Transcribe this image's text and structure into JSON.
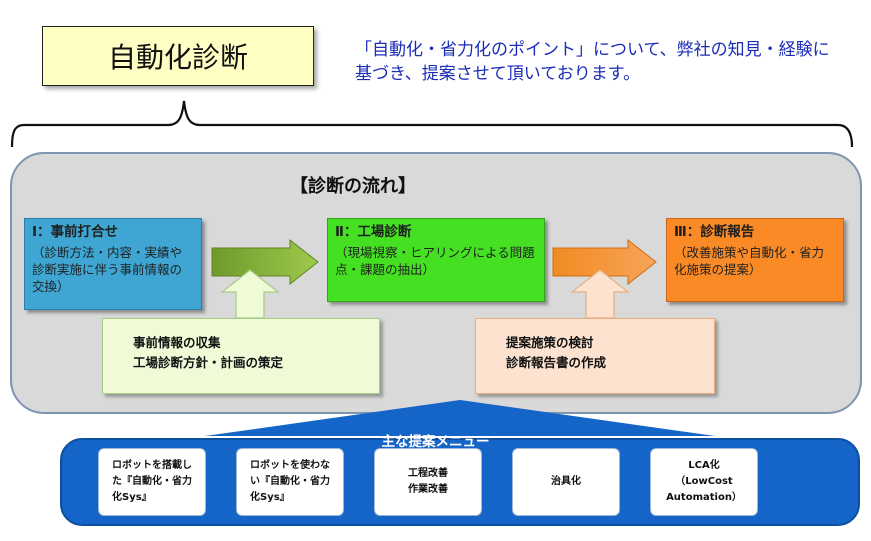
{
  "title": "自動化診断",
  "intro": "「自動化・省力化のポイント」について、弊社の知見・経験に基づき、提案させて頂いております。",
  "flow": {
    "title": "【診断の流れ】",
    "steps": [
      {
        "heading": "Ⅰ：事前打合せ",
        "text": "（診断方法・内容・実績や診断実施に伴う事前情報の交換）",
        "color": "#3fa6d3"
      },
      {
        "heading": "Ⅱ：工場診断",
        "text": "（現場視察・ヒアリングによる問題点・課題の抽出）",
        "color": "#45e022"
      },
      {
        "heading": "Ⅲ：診断報告",
        "text": "（改善施策や自動化・省力化施策の提案）",
        "color": "#fa8a26"
      }
    ],
    "notes": [
      {
        "line1": "事前情報の収集",
        "line2": "工場診断方針・計画の策定"
      },
      {
        "line1": "提案施策の検討",
        "line2": "診断報告書の作成"
      }
    ]
  },
  "menu": {
    "title": "主な提案メニュー",
    "items": [
      {
        "line1": "ロボットを搭載し",
        "line2": "た『自動化・省力",
        "line3": "化Sys』"
      },
      {
        "line1": "ロボットを使わな",
        "line2": "い『自動化・省力",
        "line3": "化Sys』"
      },
      {
        "line1": "工程改善",
        "line2": "作業改善",
        "line3": ""
      },
      {
        "line1": "治具化",
        "line2": "",
        "line3": ""
      },
      {
        "line1": "LCA化",
        "line2": "（LowCost",
        "line3": "Automation）"
      }
    ]
  }
}
